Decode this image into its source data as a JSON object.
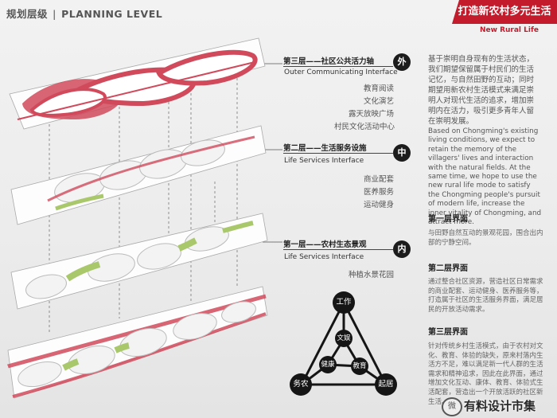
{
  "header": {
    "title_cn": "规划层级",
    "separator": "|",
    "title_en": "PLANNING LEVEL"
  },
  "banner": {
    "title": "打造新农村多元生活",
    "subtitle": "New Rural Life"
  },
  "layers": [
    {
      "title": "第三层——社区公共活力轴",
      "subtitle": "Outer Communicating Interface",
      "badge": "外",
      "items": [
        "教育阅读",
        "文化演艺",
        "露天放映广场",
        "村民文化活动中心"
      ]
    },
    {
      "title": "第二层——生活服务设施",
      "subtitle": "Life Services Interface",
      "badge": "中",
      "items": [
        "商业配套",
        "医养服务",
        "运动健身"
      ]
    },
    {
      "title": "第一层——农村生态景观",
      "subtitle": "Life Services Interface",
      "badge": "内",
      "items": [
        "种植水景花园"
      ]
    }
  ],
  "intro_cn": "基于崇明自身现有的生活状态，我们期望保留属于村民们的生活记忆，与自然田野的互动；同时期望用新农村生活模式来满足崇明人对现代生活的追求，增加崇明内在活力，吸引更多青年人留在崇明发展。",
  "intro_en": "Based on Chongming's existing living conditions, we expect to retain the memory of the villagers' lives and interaction with the natural fields. At the same time, we hope to use the new rural life mode to satisfy the Chongming people's pursuit of modern life, increase the inner vitality of Chongming, and attract more.",
  "sections": [
    {
      "heading": "第一层界面",
      "text": "与田野自然互动的景观花园，围合出内部的宁静空间。"
    },
    {
      "heading": "第二层界面",
      "text": "通过整合社区资源，营造社区日常需求的商业配套、运动健身、医养服务等，打造属于社区的生活服务界面，满足居民的开放活动需求。"
    },
    {
      "heading": "第三层界面",
      "text": "针对传统乡村生活模式，由于农村对文化、教育、体验的缺失，原来村落内生活方不足，难以满足新一代人群的生活需求和精神追求，因此在此界面，通过增加文化互动、康体、教育、体验式生活配套，营造出一个开放活跃的社区新生活。"
    }
  ],
  "triangle": {
    "top": "工作",
    "left": "务农",
    "right": "起居",
    "inner_top": "文娱",
    "inner_left": "健康",
    "inner_right": "教育"
  },
  "watermark": {
    "icon": "微",
    "text": "有料设计市集"
  },
  "colors": {
    "accent_red": "#c31b2c",
    "plan_red": "#d04a5c",
    "plan_green": "#a9c86c",
    "dark": "#151515"
  }
}
